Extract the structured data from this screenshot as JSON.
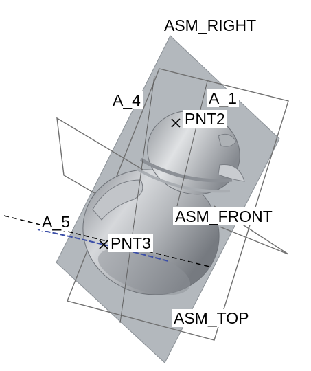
{
  "viewport": {
    "background": "#ffffff",
    "model_color": "#b8bcc0",
    "plane_fill": "#9ea4aa",
    "line_color": "#000000"
  },
  "datum_planes": {
    "right": "ASM_RIGHT",
    "front": "ASM_FRONT",
    "top": "ASM_TOP"
  },
  "datum_axes": {
    "a1": "A_1",
    "a4": "A_4",
    "a5": "A_5"
  },
  "datum_points": {
    "pnt2": "PNT2",
    "pnt3": "PNT3"
  }
}
